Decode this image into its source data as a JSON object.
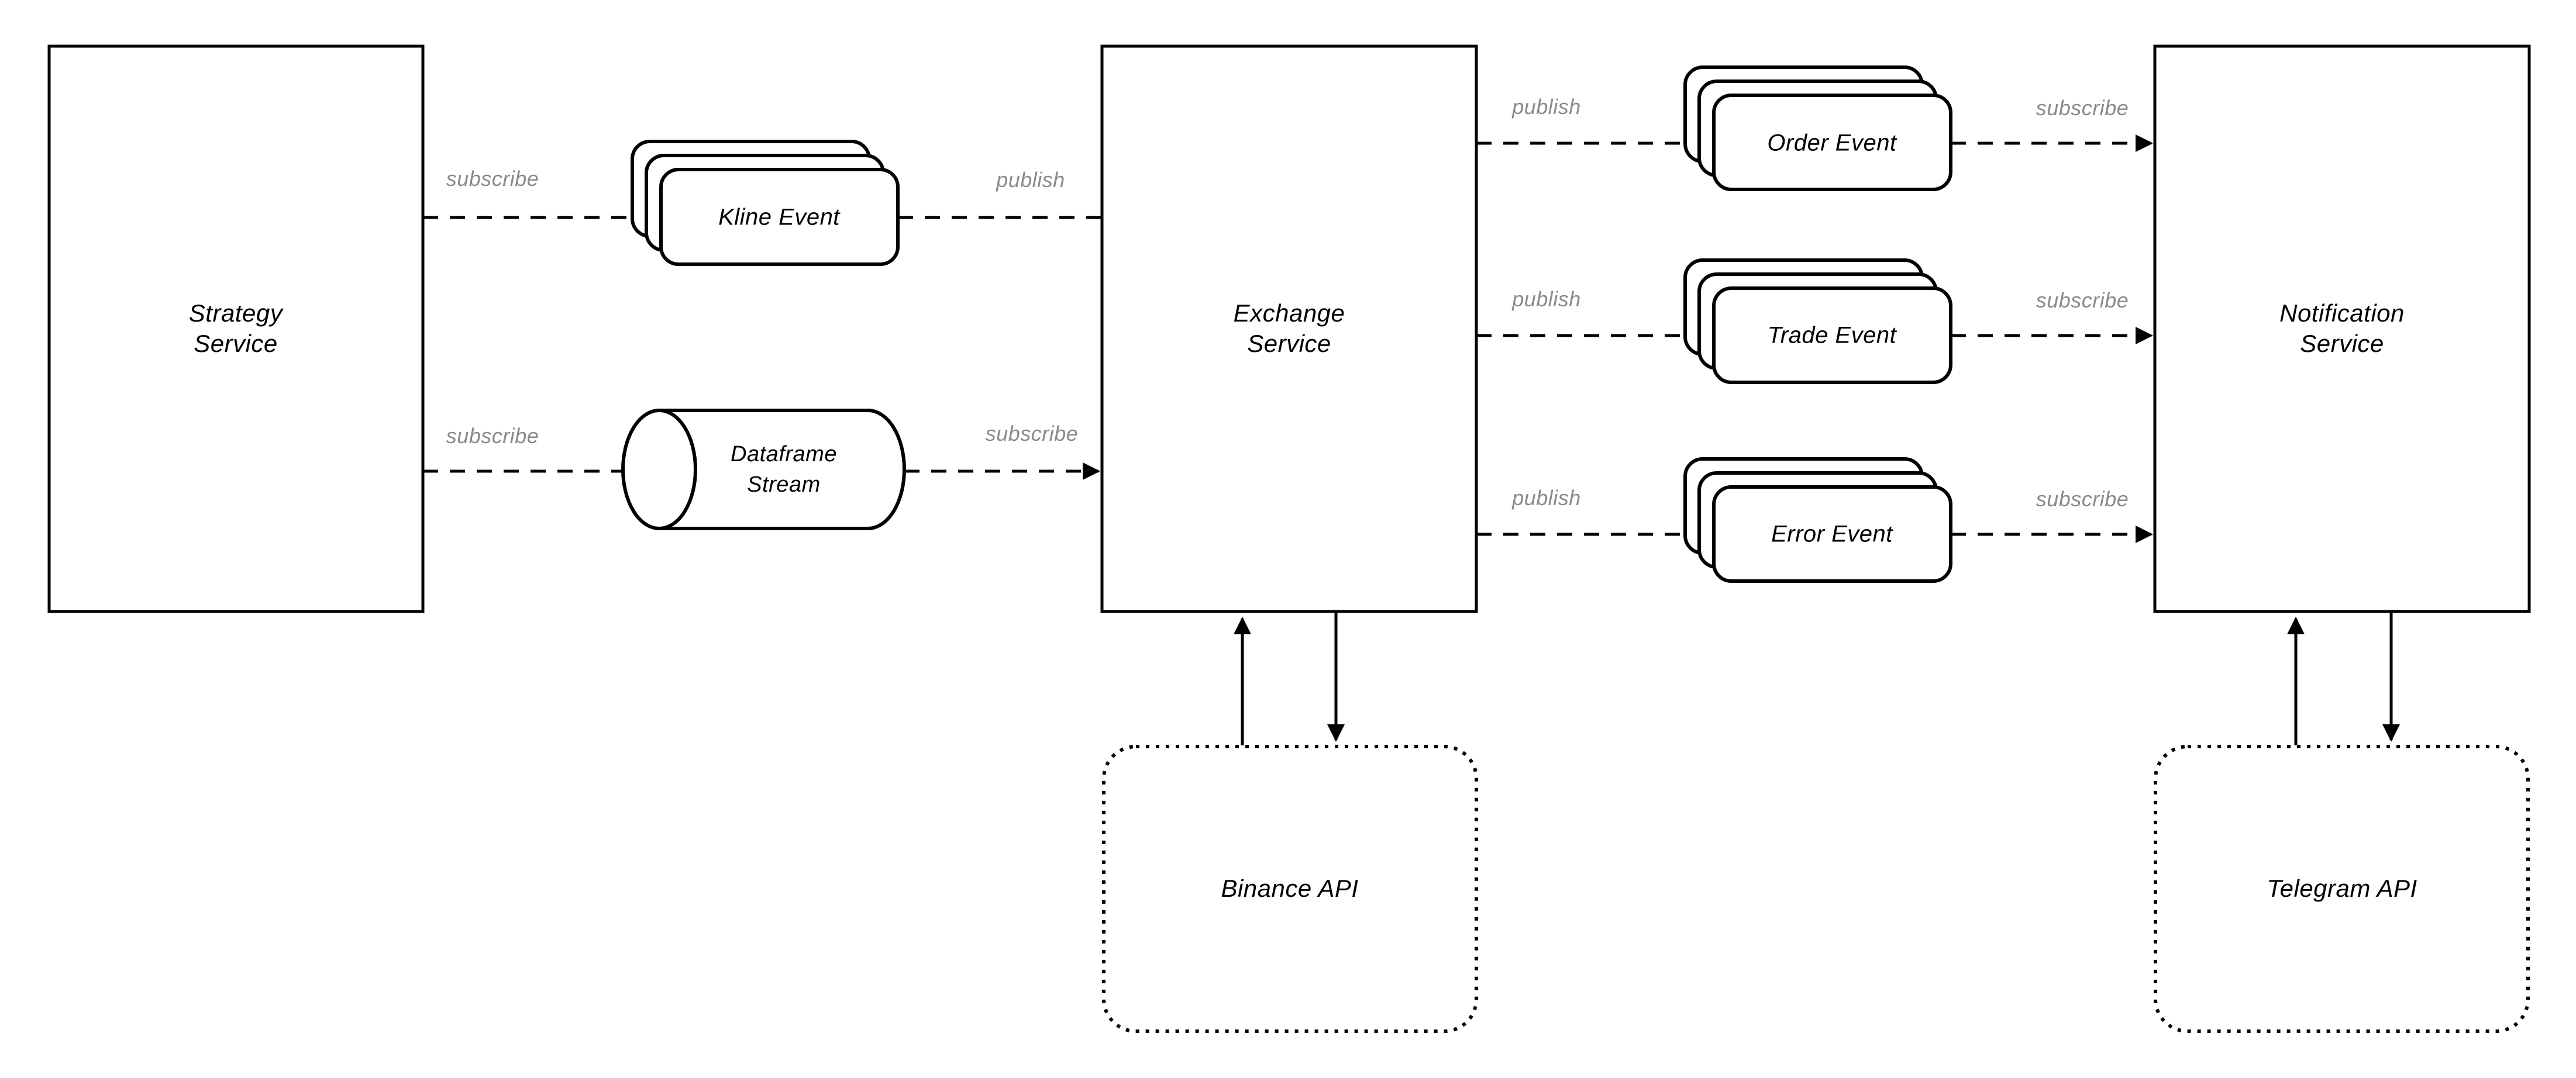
{
  "diagram": {
    "nodes": {
      "strategy_service": {
        "line1": "Strategy",
        "line2": "Service"
      },
      "exchange_service": {
        "line1": "Exchange",
        "line2": "Service"
      },
      "notification_service": {
        "line1": "Notification",
        "line2": "Service"
      },
      "kline_event": {
        "label": "Kline Event"
      },
      "order_event": {
        "label": "Order Event"
      },
      "trade_event": {
        "label": "Trade Event"
      },
      "error_event": {
        "label": "Error Event"
      },
      "dataframe_stream": {
        "line1": "Dataframe",
        "line2": "Stream"
      },
      "binance_api": {
        "label": "Binance API"
      },
      "telegram_api": {
        "label": "Telegram API"
      }
    },
    "edge_labels": {
      "strategy_kline_subscribe": "subscribe",
      "kline_exchange_publish": "publish",
      "strategy_dataframe_subscribe": "subscribe",
      "dataframe_exchange_subscribe": "subscribe",
      "exchange_order_publish": "publish",
      "order_notification_subscribe": "subscribe",
      "exchange_trade_publish": "publish",
      "trade_notification_subscribe": "subscribe",
      "exchange_error_publish": "publish",
      "error_notification_subscribe": "subscribe"
    },
    "edges": [
      {
        "from": "Strategy Service",
        "to": "Kline Event",
        "label": "subscribe",
        "style": "dashed",
        "arrow": false
      },
      {
        "from": "Kline Event",
        "to": "Exchange Service",
        "label": "publish",
        "style": "dashed",
        "arrow": false
      },
      {
        "from": "Strategy Service",
        "to": "Dataframe Stream",
        "label": "subscribe",
        "style": "dashed",
        "arrow": false
      },
      {
        "from": "Dataframe Stream",
        "to": "Exchange Service",
        "label": "subscribe",
        "style": "dashed",
        "arrow": true
      },
      {
        "from": "Exchange Service",
        "to": "Order Event",
        "label": "publish",
        "style": "dashed",
        "arrow": false
      },
      {
        "from": "Order Event",
        "to": "Notification Service",
        "label": "subscribe",
        "style": "dashed",
        "arrow": true
      },
      {
        "from": "Exchange Service",
        "to": "Trade Event",
        "label": "publish",
        "style": "dashed",
        "arrow": false
      },
      {
        "from": "Trade Event",
        "to": "Notification Service",
        "label": "subscribe",
        "style": "dashed",
        "arrow": true
      },
      {
        "from": "Exchange Service",
        "to": "Error Event",
        "label": "publish",
        "style": "dashed",
        "arrow": false
      },
      {
        "from": "Error Event",
        "to": "Notification Service",
        "label": "subscribe",
        "style": "dashed",
        "arrow": true
      },
      {
        "from": "Binance API",
        "to": "Exchange Service",
        "label": "",
        "style": "solid",
        "arrow": true
      },
      {
        "from": "Exchange Service",
        "to": "Binance API",
        "label": "",
        "style": "solid",
        "arrow": true
      },
      {
        "from": "Telegram API",
        "to": "Notification Service",
        "label": "",
        "style": "solid",
        "arrow": true
      },
      {
        "from": "Notification Service",
        "to": "Telegram API",
        "label": "",
        "style": "solid",
        "arrow": true
      }
    ],
    "colors": {
      "stroke": "#000000",
      "edge_label_gray": "#8a8a8a",
      "background": "#ffffff"
    }
  }
}
